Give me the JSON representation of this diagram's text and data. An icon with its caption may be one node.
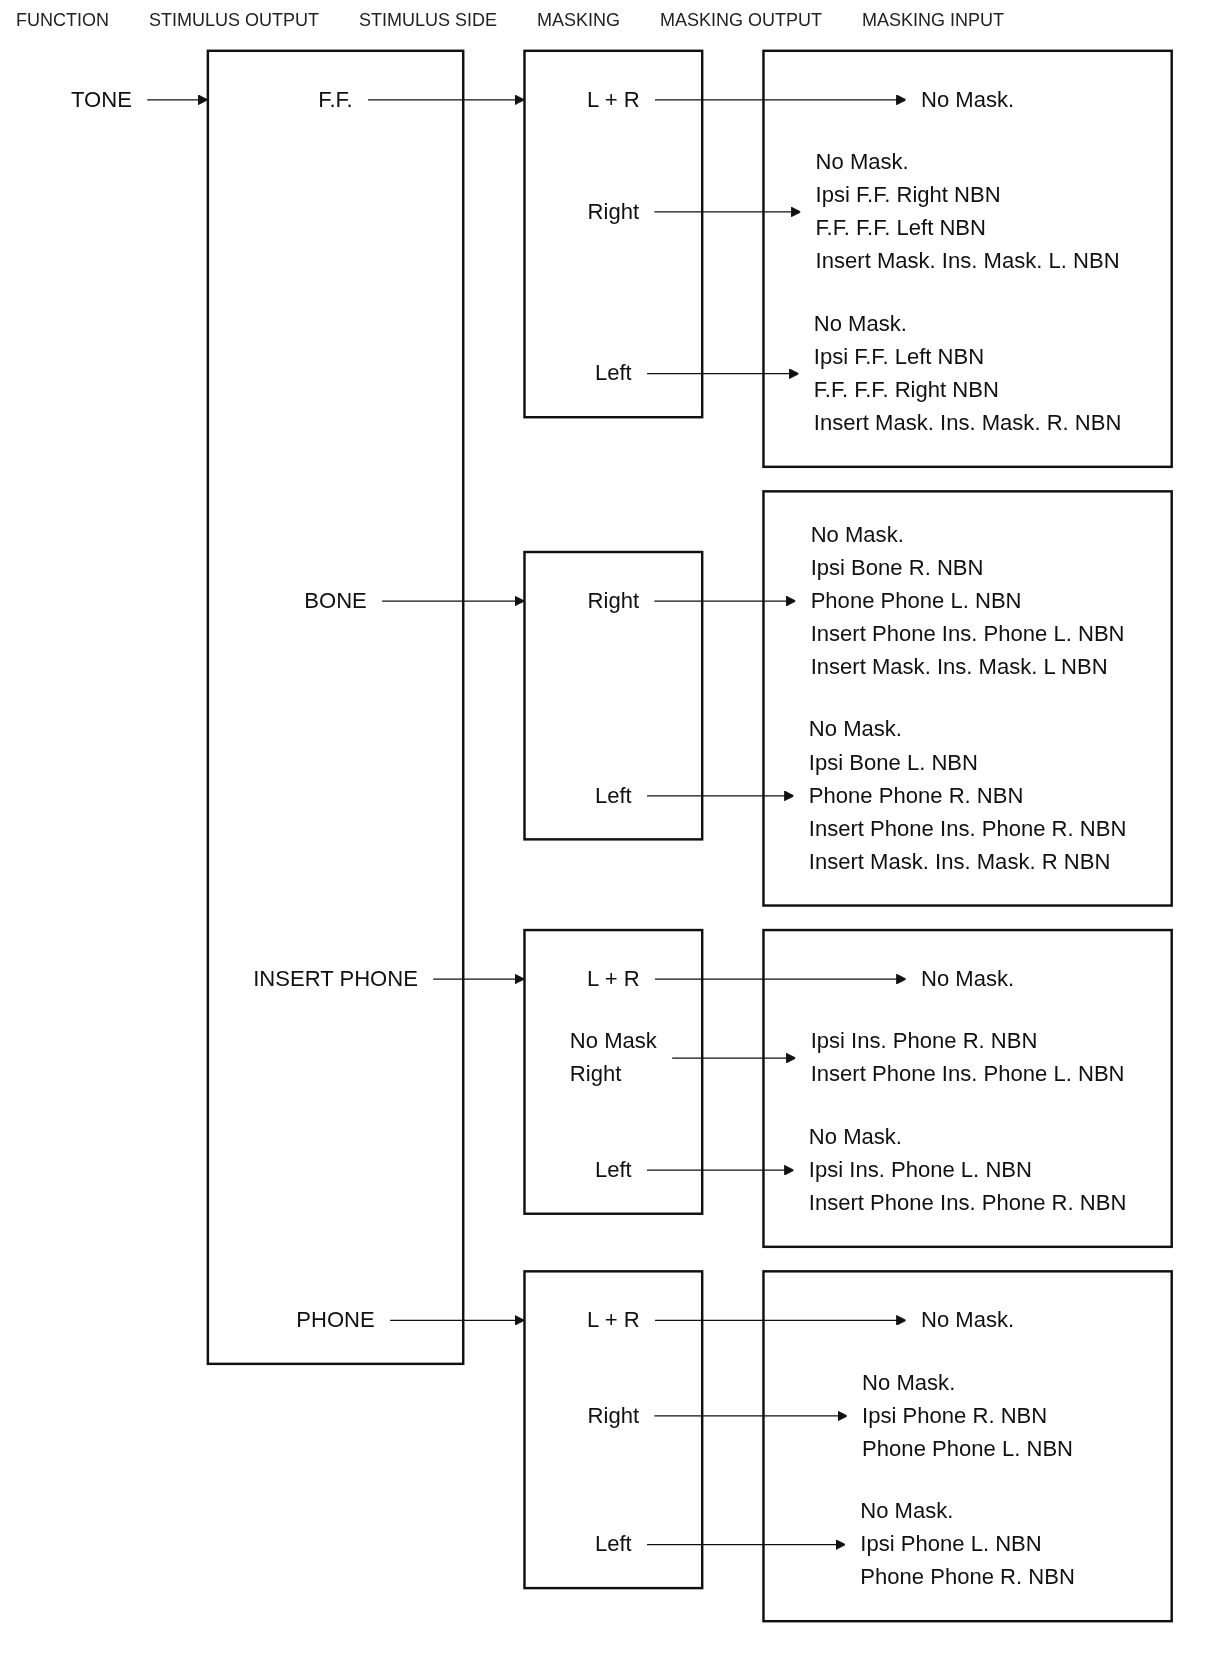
{
  "diagram": {
    "nodes": [
      {
        "text": [
          "TONE"
        ]
      },
      {
        "text": [],
        "shape": "bar"
      },
      {
        "text": [
          "PHONE"
        ],
        "in": 1
      },
      {
        "text": [
          "INSERT PHONE"
        ],
        "in": 1
      },
      {
        "text": [
          "BONE"
        ],
        "in": 1
      },
      {
        "text": [
          "F.F."
        ],
        "in": 1
      },
      {
        "text": [],
        "shape": "bar"
      },
      {
        "text": [
          "Left"
        ],
        "in": 6
      },
      {
        "text": [
          "Right"
        ],
        "in": 6
      },
      {
        "text": [
          "L + R"
        ],
        "in": 6
      },
      {
        "text": [],
        "shape": "bar"
      },
      {
        "text": [
          "No Mask.",
          "Ipsi Phone L. NBN",
          "Phone Phone R. NBN"
        ],
        "in": 10
      },
      {
        "text": [
          "No Mask.",
          "Ipsi Phone R. NBN",
          "Phone Phone L. NBN"
        ],
        "in": 10
      },
      {
        "text": [
          "No Mask."
        ],
        "in": 10
      },
      {
        "text": [],
        "shape": "bar"
      },
      {
        "text": [
          "Left"
        ],
        "in": 14
      },
      {
        "text": [
          "No Mask",
          "Right"
        ],
        "in": 14
      },
      {
        "text": [
          "L + R"
        ],
        "in": 14
      },
      {
        "text": [],
        "shape": "bar"
      },
      {
        "text": [
          "No Mask.",
          "Ipsi Ins. Phone L. NBN",
          "Insert Phone Ins. Phone R. NBN"
        ],
        "in": 18
      },
      {
        "text": [
          "Ipsi Ins. Phone R. NBN",
          "Insert Phone Ins. Phone L. NBN"
        ],
        "in": 18
      },
      {
        "text": [
          "No Mask."
        ],
        "in": 18
      },
      {
        "text": [],
        "shape": "bar"
      },
      {
        "text": [
          "Left"
        ],
        "in": 22
      },
      {
        "text": [
          "Right"
        ],
        "in": 22
      },
      {
        "text": [],
        "shape": "bar"
      },
      {
        "text": [
          "No Mask.",
          "Ipsi Bone L. NBN",
          "Phone Phone R. NBN",
          "Insert Phone Ins. Phone R. NBN",
          "Insert Mask. Ins. Mask. R NBN"
        ],
        "in": 25
      },
      {
        "text": [
          "No Mask.",
          "Ipsi Bone R. NBN",
          "Phone Phone L. NBN",
          "Insert Phone Ins. Phone L. NBN",
          "Insert Mask. Ins. Mask. L NBN"
        ],
        "in": 25
      },
      {
        "text": [],
        "shape": "bar"
      },
      {
        "text": [
          "Left"
        ],
        "in": 28
      },
      {
        "text": [
          "Right"
        ],
        "in": 28
      },
      {
        "text": [
          "L + R"
        ],
        "in": 28
      },
      {
        "text": [],
        "shape": "bar"
      },
      {
        "text": [
          "No Mask.",
          "Ipsi F.F. Left NBN",
          "F.F. F.F. Right NBN",
          "Insert Mask. Ins. Mask. R. NBN"
        ],
        "in": 32
      },
      {
        "text": [
          "No Mask.",
          "Ipsi F.F. Right NBN",
          "F.F. F.F. Left NBN",
          "Insert Mask. Ins. Mask. L. NBN"
        ],
        "in": 32
      },
      {
        "text": [
          "No Mask."
        ],
        "in": 32
      }
    ],
    "edges": [
      {
        "from": 0,
        "to": 1,
        "arrow": "to"
      },
      {
        "from": 2,
        "to": 6,
        "arrow": "to"
      },
      {
        "from": 3,
        "to": 14,
        "arrow": "to"
      },
      {
        "from": 4,
        "to": 22,
        "arrow": "to"
      },
      {
        "from": 5,
        "to": 28,
        "arrow": "to"
      },
      {
        "from": 7,
        "to": 11,
        "arrow": "to"
      },
      {
        "from": 8,
        "to": 12,
        "arrow": "to"
      },
      {
        "from": 9,
        "to": 13,
        "arrow": "to"
      },
      {
        "from": 15,
        "to": 19,
        "arrow": "to"
      },
      {
        "from": 16,
        "to": 20,
        "arrow": "to"
      },
      {
        "from": 17,
        "to": 21,
        "arrow": "to"
      },
      {
        "from": 23,
        "to": 26,
        "arrow": "to"
      },
      {
        "from": 24,
        "to": 27,
        "arrow": "to"
      },
      {
        "from": 29,
        "to": 33,
        "arrow": "to"
      },
      {
        "from": 30,
        "to": 34,
        "arrow": "to"
      },
      {
        "from": 31,
        "to": 35,
        "arrow": "to"
      }
    ],
    "labels": [
      "FUNCTION",
      "STIMULUS OUTPUT",
      "STIMULUS SIDE",
      "MASKING",
      "MASKING OUTPUT",
      "MASKING INPUT"
    ]
  }
}
